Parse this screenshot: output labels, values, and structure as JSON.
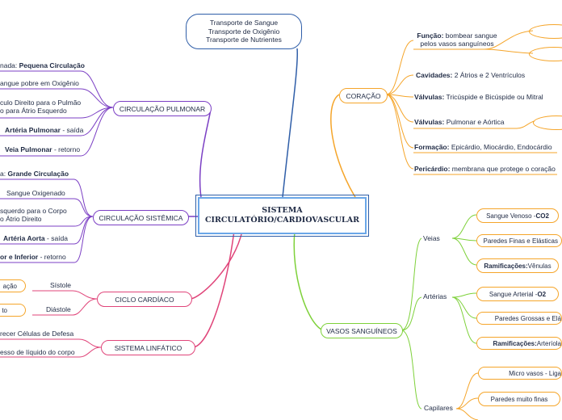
{
  "central": {
    "line1": "SISTEMA",
    "line2": "CIRCULATÓRIO/CARDIOVASCULAR"
  },
  "transport": {
    "line1": "Transporte de Sangue",
    "line2": "Transporte de Oxigênio",
    "line3": "Transporte de Nutrientes"
  },
  "pulmonar": {
    "label": "CIRCULAÇÃO PULMONAR",
    "items": [
      {
        "prefix": "nada: ",
        "bold": "Pequena Circulação",
        "suffix": ""
      },
      {
        "prefix": "angue pobre em Oxigênio",
        "bold": "",
        "suffix": ""
      },
      {
        "line1": "culo Direito para o Pulmão",
        "line2": "o para Átrio Esquerdo"
      },
      {
        "prefix": "",
        "bold": "Artéria Pulmonar",
        "suffix": " - saída"
      },
      {
        "prefix": "",
        "bold": "Veia Pulmonar",
        "suffix": " - retorno"
      }
    ]
  },
  "sistemica": {
    "label": "CIRCULAÇÃO SISTÊMICA",
    "items": [
      {
        "prefix": "a: ",
        "bold": "Grande Circulação",
        "suffix": ""
      },
      {
        "prefix": "Sangue Oxigenado",
        "bold": "",
        "suffix": ""
      },
      {
        "line1": "squerdo para o Corpo",
        "line2": "o Átrio Direito"
      },
      {
        "prefix": "",
        "bold": "Artéria Aorta",
        "suffix": " - saída"
      },
      {
        "prefix": "",
        "bold": "or e Inferior",
        "suffix": " - retorno"
      }
    ]
  },
  "ciclo": {
    "label": "CICLO CARDÍACO",
    "sistole": "Sístole",
    "sistole_leaf": "ação",
    "diastole": "Diástole",
    "diastole_leaf": "to"
  },
  "linfatico": {
    "label": "SISTEMA LINFÁTICO",
    "item1": "recer Células de Defesa",
    "item2": "esso de líquido do corpo"
  },
  "coracao": {
    "label": "CORAÇÃO",
    "funcao": {
      "bold": "Função:",
      "rest": " bombear sangue",
      "line2": "pelos vasos sanguíneos"
    },
    "cavidades": {
      "bold": "Cavidades:",
      "rest": " 2 Átrios e 2 Ventrículos"
    },
    "valvulas1": {
      "bold": "Válvulas:",
      "rest": " Tricúspide e Bicúspide ou Mitral"
    },
    "valvulas2": {
      "bold": "Válvulas:",
      "rest": " Pulmonar e Aórtica"
    },
    "formacao": {
      "bold": "Formação:",
      "rest": " Epicárdio, Miocárdio, Endocárdio"
    },
    "pericardio": {
      "bold": "Pericárdio:",
      "rest": " membrana que protege o coração"
    }
  },
  "vasos": {
    "label": "VASOS SANGUÍNEOS",
    "veias": {
      "label": "Veias",
      "i1_text": "Sangue Venoso - ",
      "i1_bold": "CO2",
      "i2": "Paredes Finas e Elásticas",
      "i3_bold": "Ramificações:",
      "i3_rest": " Vênulas"
    },
    "arterias": {
      "label": "Artérias",
      "i1_text": "Sangue Arterial - ",
      "i1_bold": "O2",
      "i2": "Paredes Grossas e Elá",
      "i3_bold": "Ramificações:",
      "i3_rest": " Arteríola"
    },
    "capilares": {
      "label": "Capilares",
      "i1": "Micro vasos - Liga",
      "i2": "Paredes muito finas"
    }
  },
  "colors": {
    "blue": "#2f5ea8",
    "orange": "#f5a52a",
    "green": "#7ed13a",
    "purple": "#7b3fc4",
    "red": "#e0457a"
  }
}
